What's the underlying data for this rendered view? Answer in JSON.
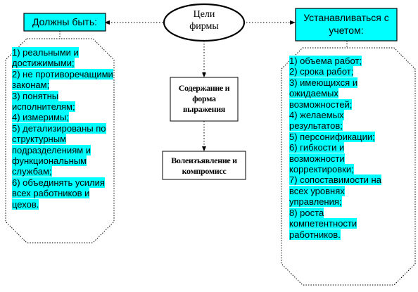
{
  "goal": {
    "line1": "Цели",
    "line2": "фирмы"
  },
  "left_header": "Должны быть:",
  "right_header": {
    "line1": "Устанавливаться с",
    "line2": "учетом:"
  },
  "center_box1": {
    "line1": "Содержание и",
    "line2": "форма",
    "line3": "выражения"
  },
  "center_box2": {
    "line1": "Волеизъявление и",
    "line2": "компромисс"
  },
  "left_items": [
    "1) реальными и",
    "достижимыми;",
    "2) не противоречащими",
    "законам;",
    "3) понятны",
    "исполнителям;",
    "4) измеримы;",
    "5) детализированы по",
    "структурным",
    "подразделениям и",
    "функциональным",
    "службам;",
    "6) объединять усилия",
    "всех работников и",
    "цехов."
  ],
  "right_items": [
    "1) объема работ;",
    "2) срока работ;",
    "3) имеющихся и",
    "ожидаемых",
    "возможностей;",
    "4) желаемых",
    "результатов;",
    "5) персонификации;",
    "6) гибкости и",
    "возможности",
    "корректировки;",
    "7) сопоставимости на",
    "всех уровнях",
    "управления;",
    "8) роста",
    "компетентности",
    "работников."
  ],
  "colors": {
    "highlight": "#00ffff",
    "header_fill": "#00ffff",
    "stroke": "#000000"
  }
}
